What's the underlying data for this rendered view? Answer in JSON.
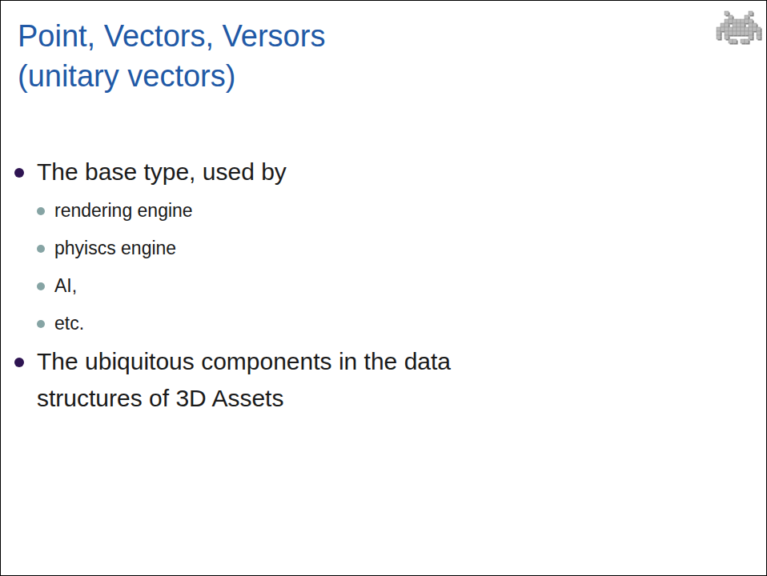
{
  "diagram": {
    "title": "Point, Vectors, Versors (unitary vectors)",
    "labels": [
      "The base type, used by",
      "rendering engine",
      "phyiscs engine",
      "AI,",
      "etc.",
      "The ubiquitous components in the data structures of 3D Assets"
    ]
  }
}
